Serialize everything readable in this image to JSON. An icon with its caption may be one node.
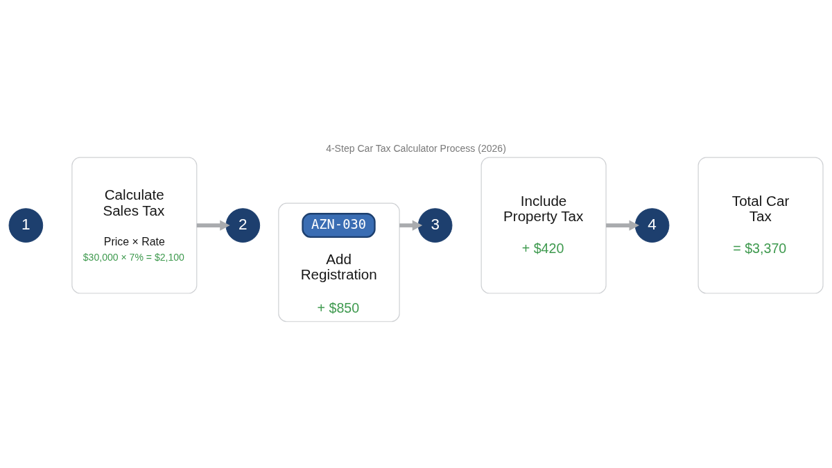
{
  "diagram": {
    "title": "4-Step Car Tax Calculator Process (2026)",
    "nodes": [
      {
        "text": [
          "1"
        ]
      },
      {
        "text": [
          "Calculate Sales Tax",
          "Price × Rate",
          "$30,000 × 7% = $2,100"
        ]
      },
      {
        "text": [
          "2"
        ]
      },
      {
        "text": [
          "Add Registration",
          "+ $850"
        ]
      },
      {
        "text": [
          "AZN-030"
        ],
        "in": 3
      },
      {
        "text": [
          "3"
        ]
      },
      {
        "text": [
          "Include Property Tax",
          "+ $420"
        ]
      },
      {
        "text": [
          "4"
        ]
      },
      {
        "text": [
          "Total Car Tax",
          "= $3,370"
        ]
      }
    ],
    "edges": [
      {
        "from": 1,
        "to": 2,
        "arrow": "to"
      },
      {
        "from": 3,
        "to": 5,
        "arrow": "to"
      },
      {
        "from": 6,
        "to": 7,
        "arrow": "to"
      }
    ]
  }
}
